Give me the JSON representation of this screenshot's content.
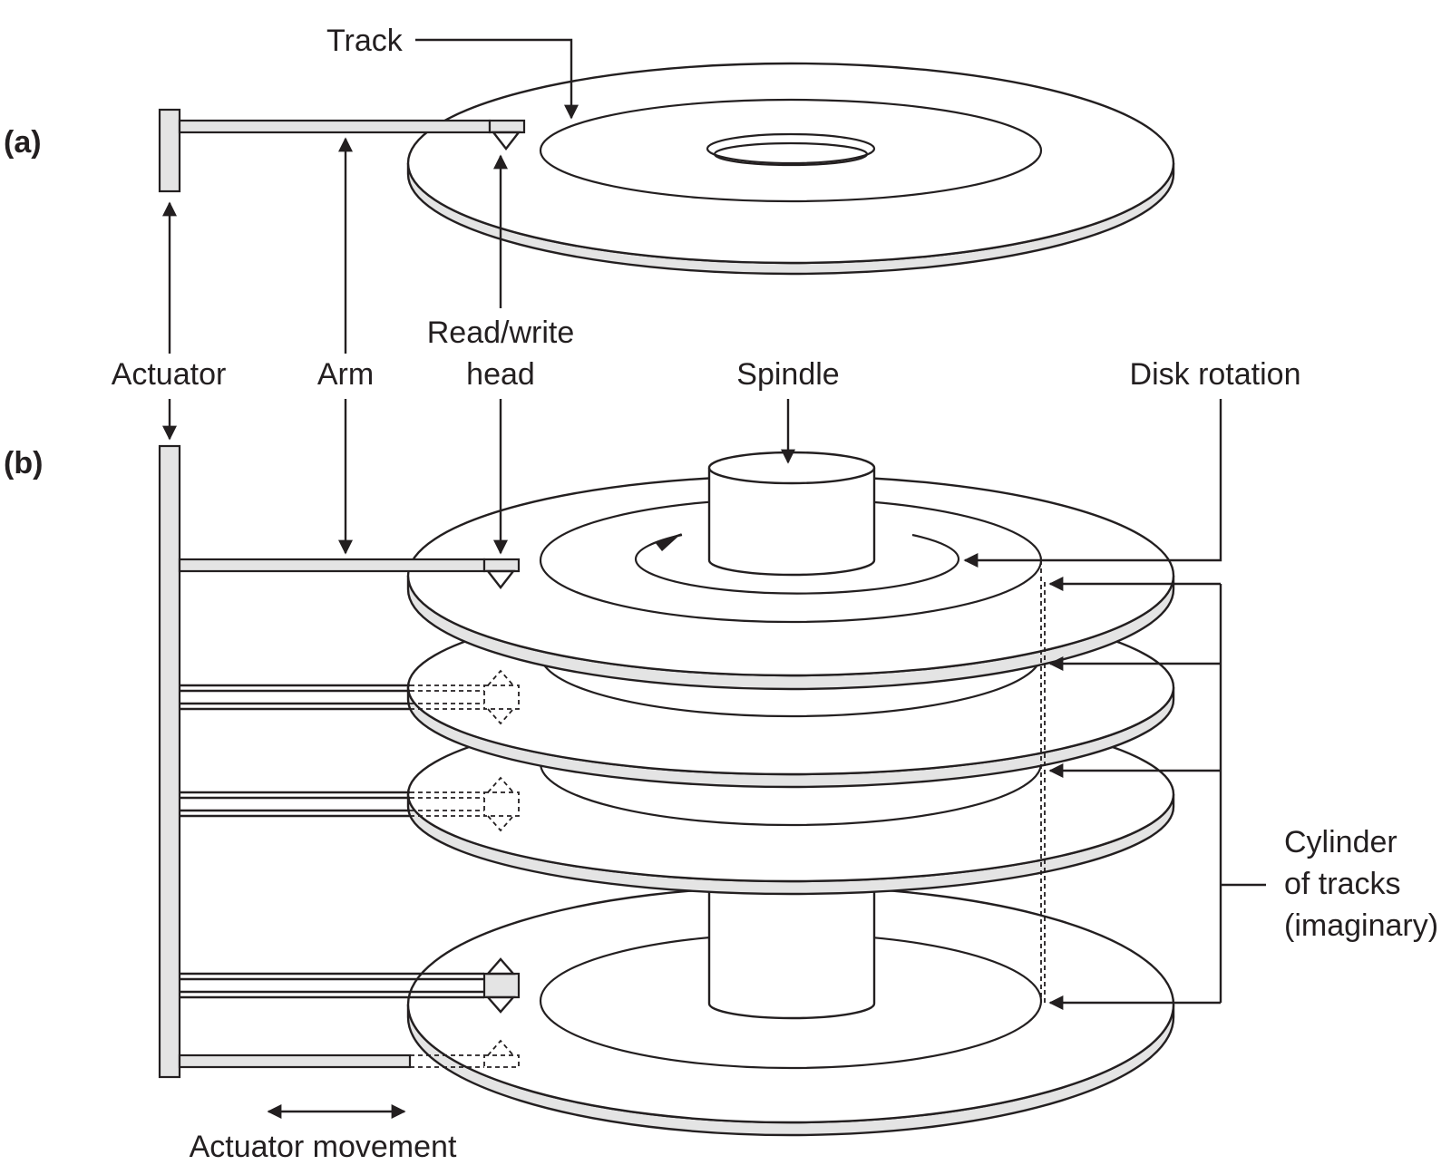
{
  "labels": {
    "part_a": "(a)",
    "part_b": "(b)",
    "track": "Track",
    "actuator": "Actuator",
    "arm": "Arm",
    "read_write_head_line1": "Read/write",
    "read_write_head_line2": "head",
    "spindle": "Spindle",
    "disk_rotation": "Disk rotation",
    "cylinder_line1": "Cylinder",
    "cylinder_line2": "of tracks",
    "cylinder_line3": "(imaginary)",
    "actuator_movement": "Actuator movement"
  },
  "colors": {
    "ink": "#231f20",
    "platter_edge": "#e4e4e4",
    "background": "#ffffff"
  }
}
